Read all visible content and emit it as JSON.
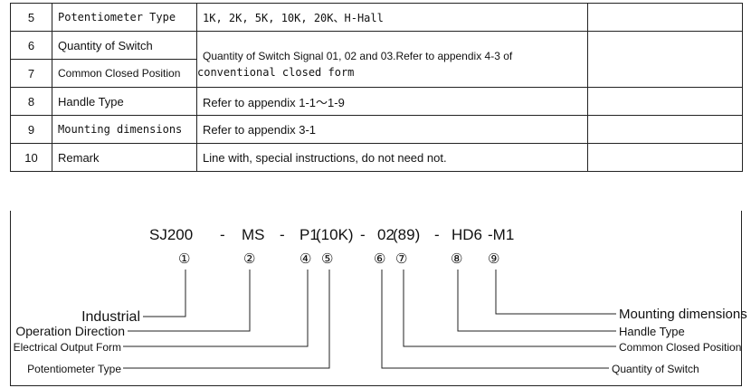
{
  "rows": [
    {
      "num": "5",
      "name": "Potentiometer Type",
      "desc": "1K, 2K, 5K, 10K, 20K、H-Hall",
      "note": ""
    },
    {
      "num": "6",
      "name": "Quantity of Switch",
      "desc": "Quantity of Switch Signal 01, 02 and 03.Refer to appendix 4-3 of",
      "note": ""
    },
    {
      "num": "7",
      "name": "Common Closed Position",
      "desc": "conventional closed form",
      "note": ""
    },
    {
      "num": "8",
      "name": "Handle Type",
      "desc": "Refer to appendix 1-1～1-9",
      "note": ""
    },
    {
      "num": "9",
      "name": "Mounting dimensions",
      "desc": "Refer to appendix 3-1",
      "note": ""
    },
    {
      "num": "10",
      "name": "Remark",
      "desc": "Line with, special instructions, do not need not.",
      "note": ""
    }
  ],
  "code": {
    "parts": [
      "SJ200",
      "-",
      "MS",
      "-",
      "P1",
      "(10K)",
      "-",
      "02",
      "(89)",
      "-",
      "HD6",
      "-M1"
    ],
    "circles": [
      "①",
      "②",
      "④",
      "⑤",
      "⑥",
      "⑦",
      "⑧",
      "⑨"
    ]
  },
  "labels_left": [
    "Industrial",
    "Operation Direction",
    "Electrical Output Form",
    "Potentiometer Type"
  ],
  "labels_right": [
    "Mounting dimensions",
    "Handle Type",
    "Common Closed Position",
    "Quantity of Switch"
  ]
}
